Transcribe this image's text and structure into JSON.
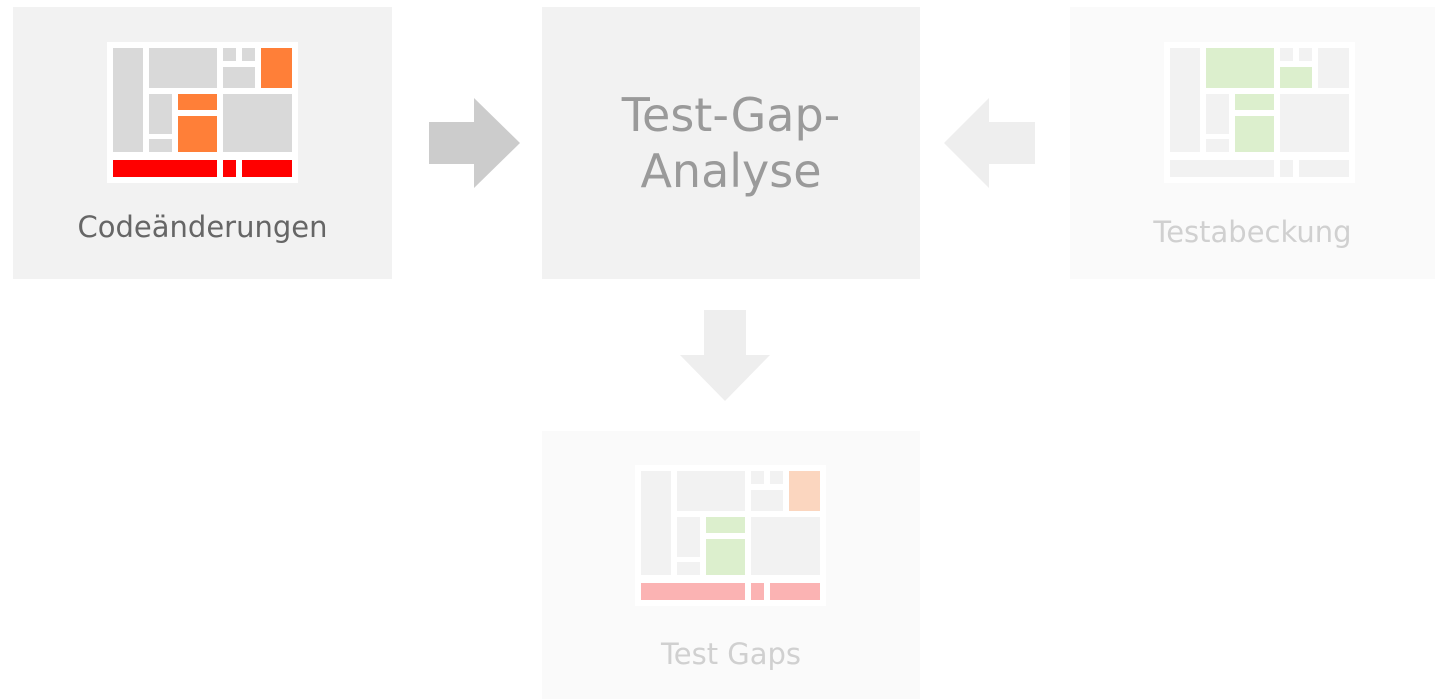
{
  "panels": {
    "code_changes": {
      "label": "Codeänderungen"
    },
    "analysis": {
      "title_line1": "Test-Gap-",
      "title_line2": "Analyse"
    },
    "coverage": {
      "label": "Testabeckung"
    },
    "test_gaps": {
      "label": "Test Gaps"
    }
  },
  "colors": {
    "panel_bg": "#f2f2f2",
    "panel_bg_light": "#fafafa",
    "arrow_dark": "#cccccc",
    "arrow_light": "#eeeeee",
    "block_gray": "#d9d9d9",
    "block_gray_light": "#f2f2f2",
    "block_orange": "#ff7f38",
    "block_orange_light": "#fbd6bf",
    "block_red": "#ff0000",
    "block_red_light": "#fbb3b3",
    "block_green": "#dcefcd",
    "label_dark": "#666666",
    "label_mid": "#9a9a9a",
    "label_light": "#d0d0d0"
  }
}
